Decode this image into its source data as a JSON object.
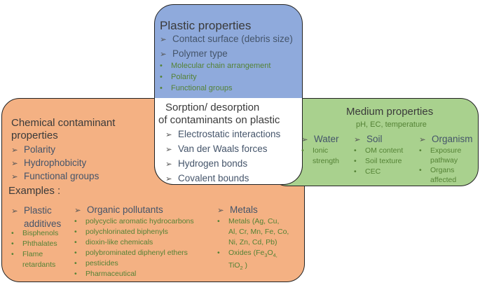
{
  "plastic": {
    "title": "Plastic properties",
    "primary": [
      "Contact surface (debris size)",
      "Polymer type"
    ],
    "secondary": [
      "Molecular chain arrangement",
      "Polarity",
      "Functional groups"
    ]
  },
  "center": {
    "title_line1": "Sorption/ desorption",
    "title_line2": "of contaminants on plastic",
    "items": [
      "Electrostatic interactions",
      "Van der Waals forces",
      "Hydrogen bonds",
      "Covalent bounds"
    ]
  },
  "medium": {
    "title": "Medium properties",
    "subtitle": "pH, EC, temperature",
    "water": {
      "label": "Water",
      "items": [
        "Ionic",
        "strength"
      ]
    },
    "soil": {
      "label": "Soil",
      "items": [
        "OM content",
        "Soil texture",
        "CEC"
      ]
    },
    "organism": {
      "label": "Organism",
      "items": [
        "Exposure",
        "pathway",
        "Organs",
        "affected"
      ]
    }
  },
  "chemical": {
    "title_line1": "Chemical contaminant",
    "title_line2": "properties",
    "items": [
      "Polarity",
      "Hydrophobicity",
      "Functional groups"
    ],
    "examples_label": "Examples :",
    "additives": {
      "label_line1": "Plastic",
      "label_line2": "additives",
      "items": [
        "Bisphenols",
        "Phthalates",
        "Flame",
        "retardants"
      ]
    },
    "organic": {
      "label": "Organic pollutants",
      "items": [
        "polycyclic aromatic hydrocarbons",
        "polychlorinated biphenyls",
        "dioxin-like chemicals",
        "polybrominated diphenyl ethers",
        "pesticides",
        "Pharmaceutical"
      ]
    },
    "metals": {
      "label": "Metals",
      "items": [
        "Metals (Ag, Cu,",
        "Al, Cr, Mn, Fe, Co,",
        "Ni, Zn, Cd, Pb)"
      ],
      "oxides_line1": "Oxides (Fe",
      "oxides_sub1": "3",
      "oxides_mid": "O",
      "oxides_sub2": "4,",
      "oxides_line2": "TiO",
      "oxides_sub3": "2",
      "oxides_end": " )"
    }
  }
}
